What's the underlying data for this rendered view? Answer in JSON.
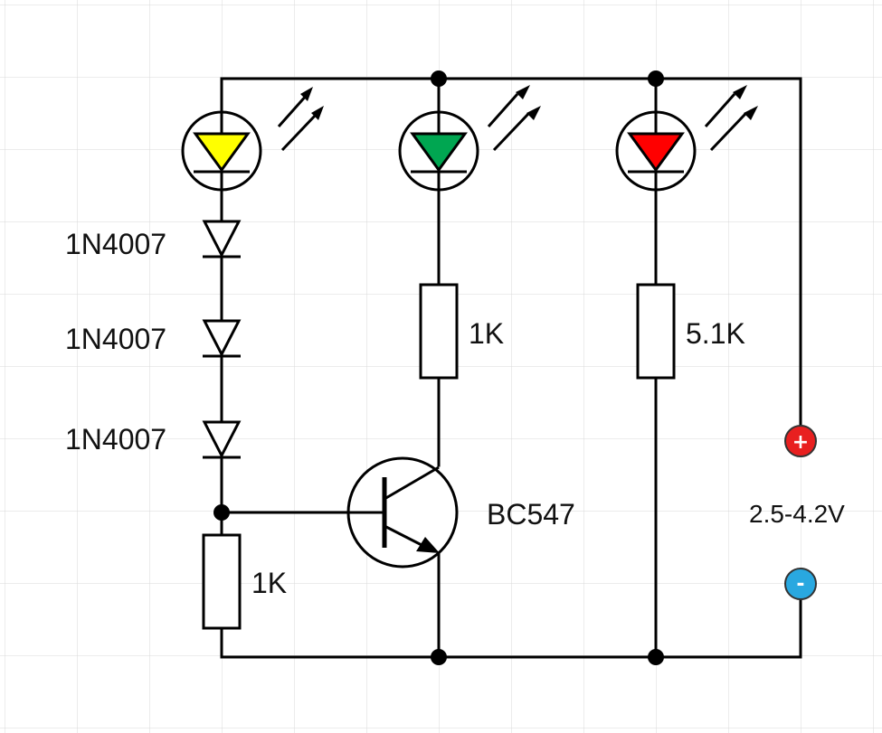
{
  "colors": {
    "led_yellow": "#ffff00",
    "led_green": "#00a651",
    "led_red": "#ff0000",
    "terminal_positive": "#e82020",
    "terminal_negative": "#29a8e0",
    "grid": "#d9d9d9"
  },
  "labels": {
    "diode_1": "1N4007",
    "diode_2": "1N4007",
    "diode_3": "1N4007",
    "resistor_green": "1K",
    "resistor_red": "5.1K",
    "resistor_base": "1K",
    "transistor": "BC547",
    "voltage": "2.5-4.2V",
    "terminal_positive": "+",
    "terminal_negative": "-"
  },
  "icons": {
    "led_yellow": "led-icon",
    "led_green": "led-icon",
    "led_red": "led-icon",
    "diode": "diode-icon",
    "resistor": "resistor-icon",
    "transistor": "npn-transistor-icon"
  }
}
